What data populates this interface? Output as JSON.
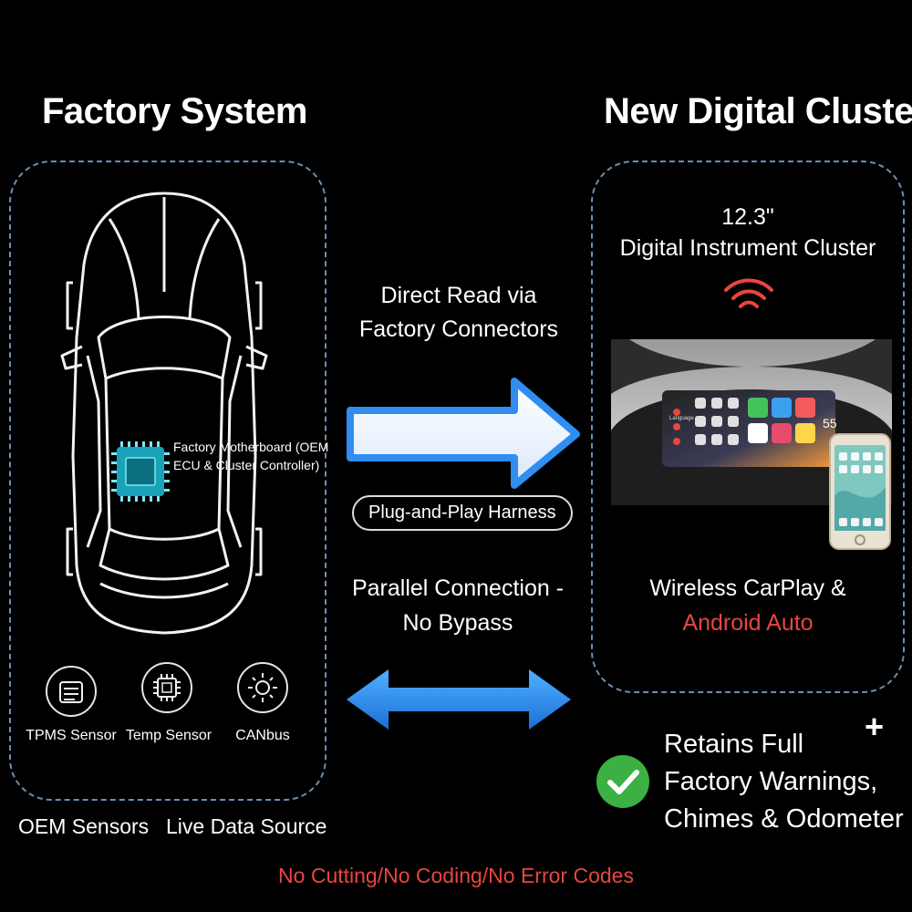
{
  "left": {
    "title": "Factory System",
    "motherboard_label_line1": "Factory Motherboard (OEM",
    "motherboard_label_line2": "ECU & Cluster Controller)",
    "sensors": [
      {
        "label": "TPMS Sensor",
        "icon": "tpms-icon"
      },
      {
        "label": "Temp Sensor",
        "icon": "temp-chip-icon"
      },
      {
        "label": "CANbus",
        "icon": "canbus-sun-icon"
      }
    ],
    "caption_left": "OEM Sensors",
    "caption_right": "Live Data Source"
  },
  "middle": {
    "direct_read_line1": "Direct Read via",
    "direct_read_line2": "Factory Connectors",
    "harness_pill": "Plug-and-Play Harness",
    "parallel_line1": "Parallel Connection -",
    "parallel_line2": "No Bypass"
  },
  "right": {
    "title": "New Digital Cluster",
    "size": "12.3\"",
    "cluster_name": "Digital Instrument Cluster",
    "wireless_line1": "Wireless CarPlay &",
    "wireless_line2": "Android Auto",
    "screen_speed": "55",
    "screen_language": "Language"
  },
  "benefits": {
    "line1": "Retains Full",
    "line2": "Factory Warnings,",
    "line3": "Chimes & Odometer",
    "plus": "+"
  },
  "footer": "No Cutting/No Coding/No Error Codes",
  "colors": {
    "accent_red": "#e8463f",
    "arrow_blue": "#2f8ef0",
    "check_green": "#3cb043",
    "dash_border": "#6c8fb0"
  }
}
